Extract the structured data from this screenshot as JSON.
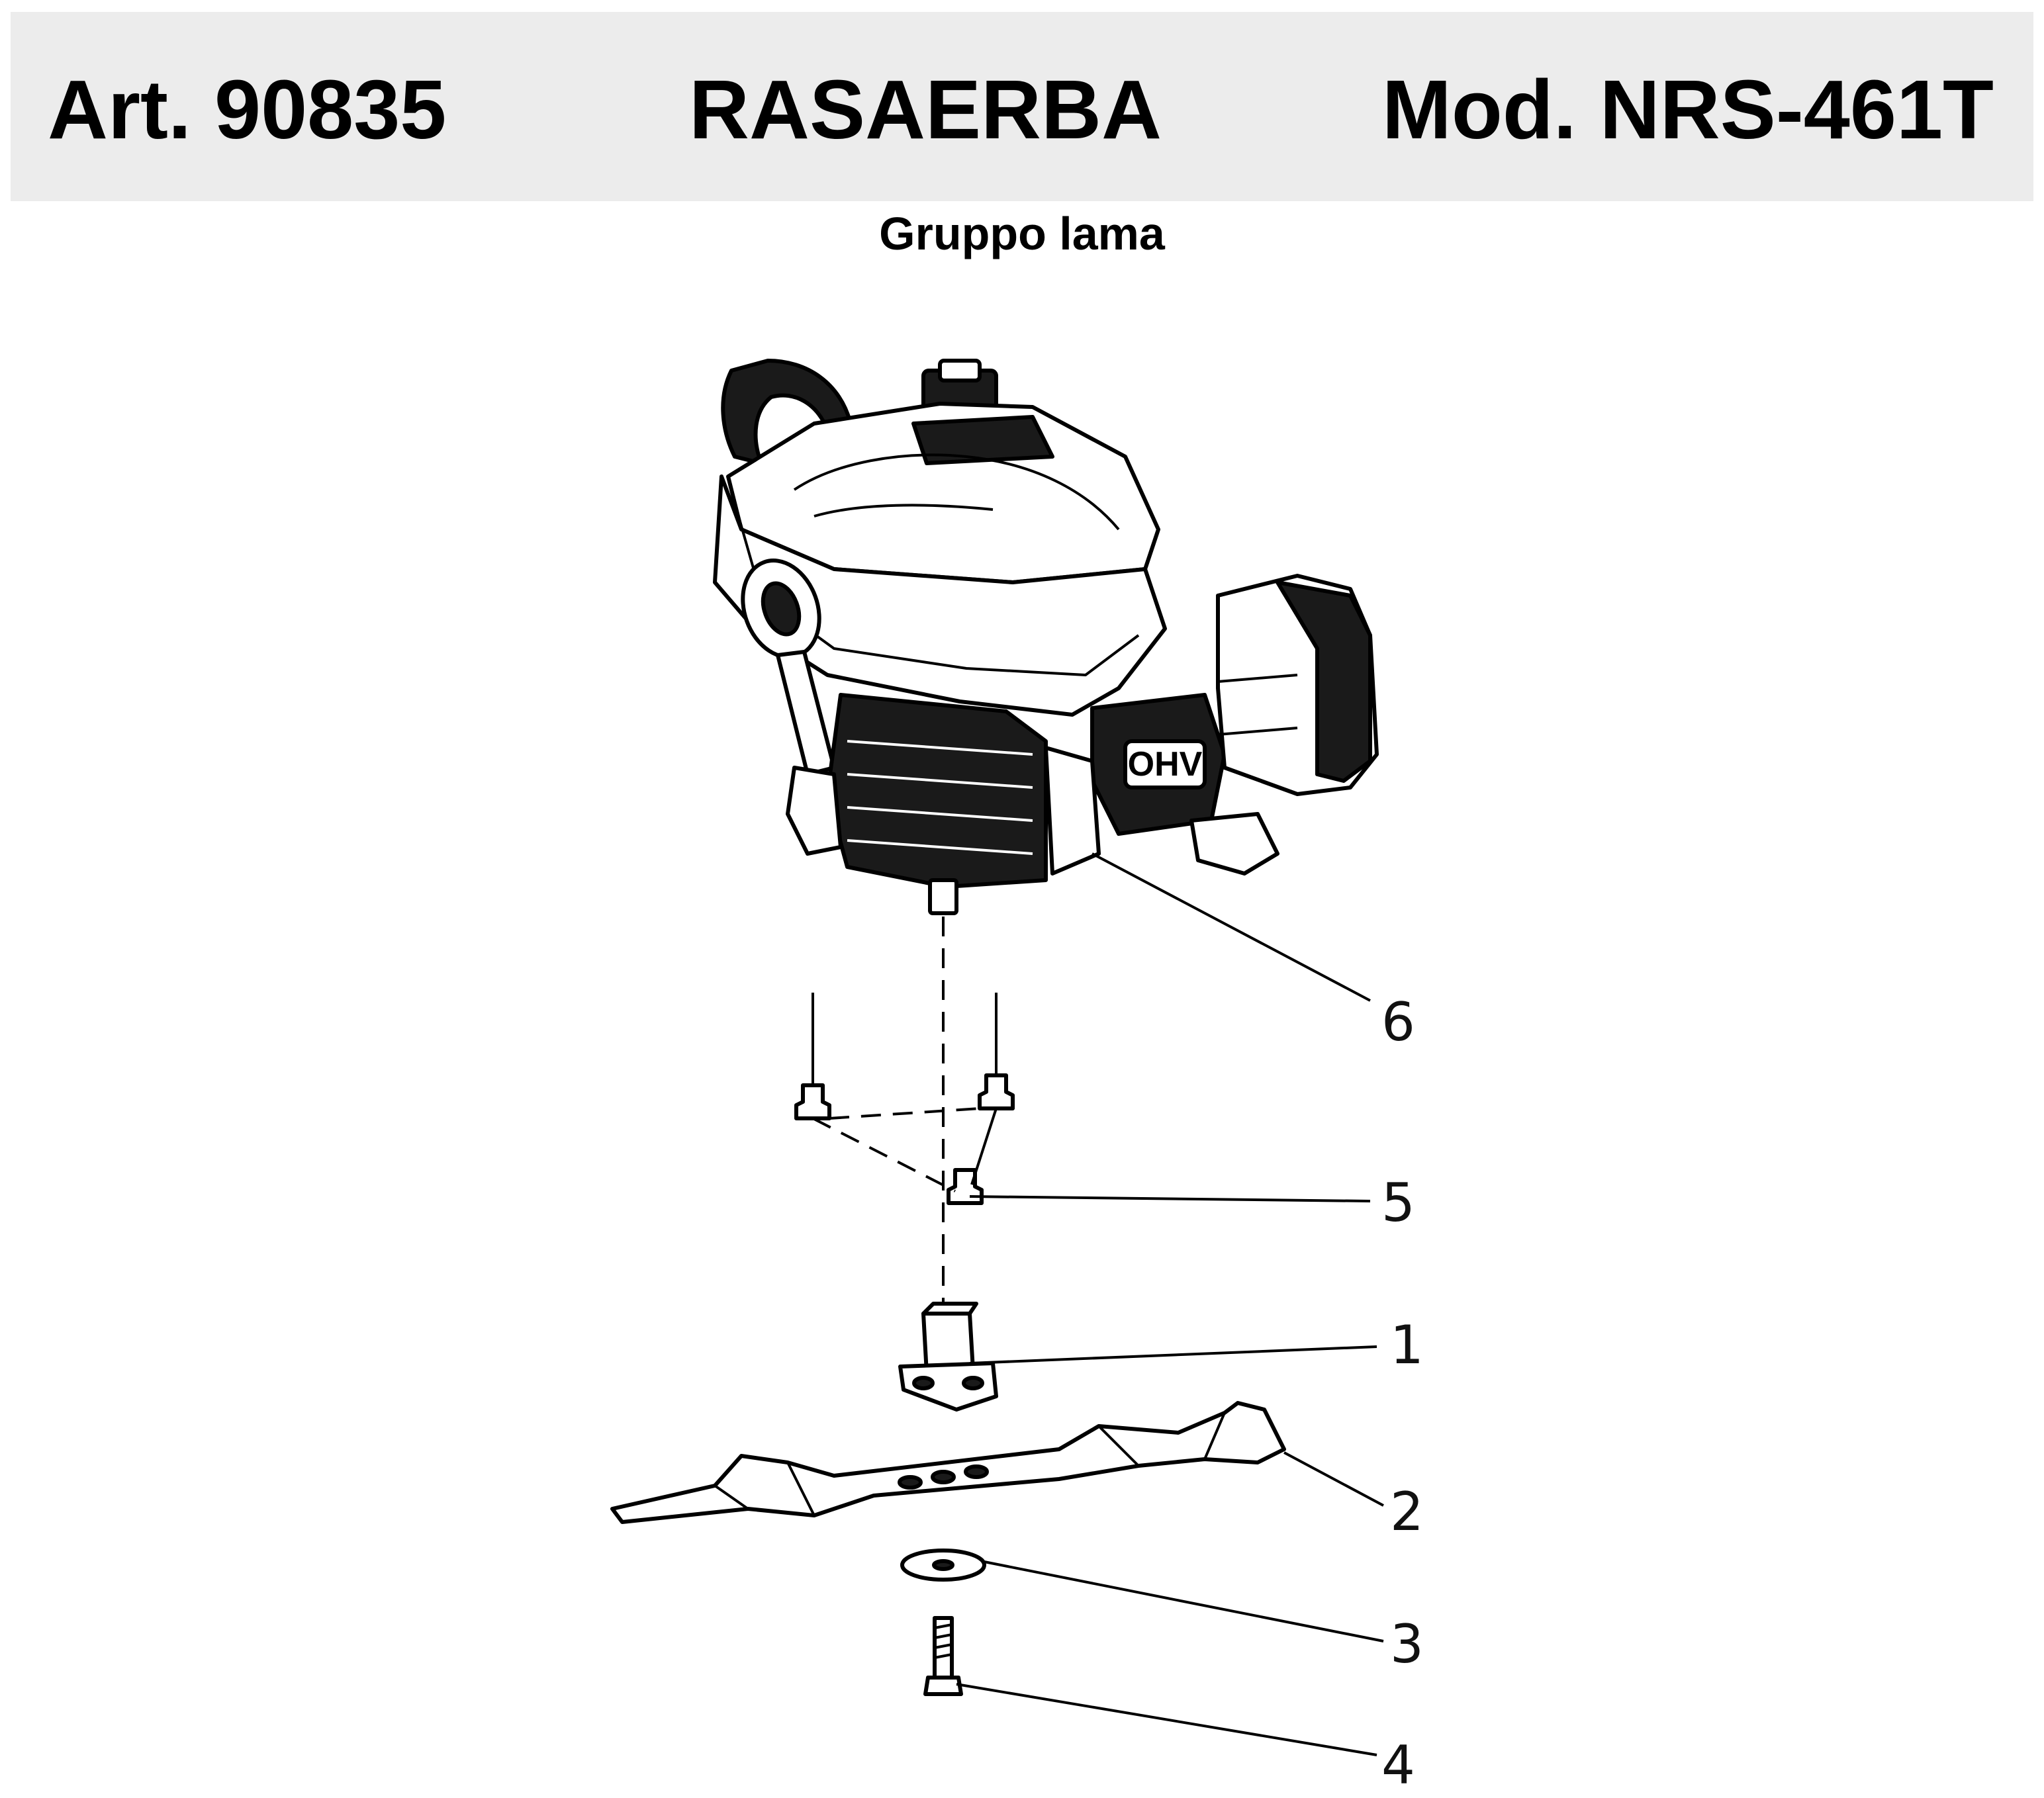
{
  "header": {
    "article": "Art. 90835",
    "title": "RASAERBA",
    "model": "Mod. NRS-461T",
    "background": "#ececec"
  },
  "subtitle": "Gruppo lama",
  "engine_badge": "OHV",
  "callouts": [
    {
      "id": "callout-6",
      "label": "6"
    },
    {
      "id": "callout-5",
      "label": "5"
    },
    {
      "id": "callout-1",
      "label": "1"
    },
    {
      "id": "callout-2",
      "label": "2"
    },
    {
      "id": "callout-3",
      "label": "3"
    },
    {
      "id": "callout-4",
      "label": "4"
    }
  ]
}
